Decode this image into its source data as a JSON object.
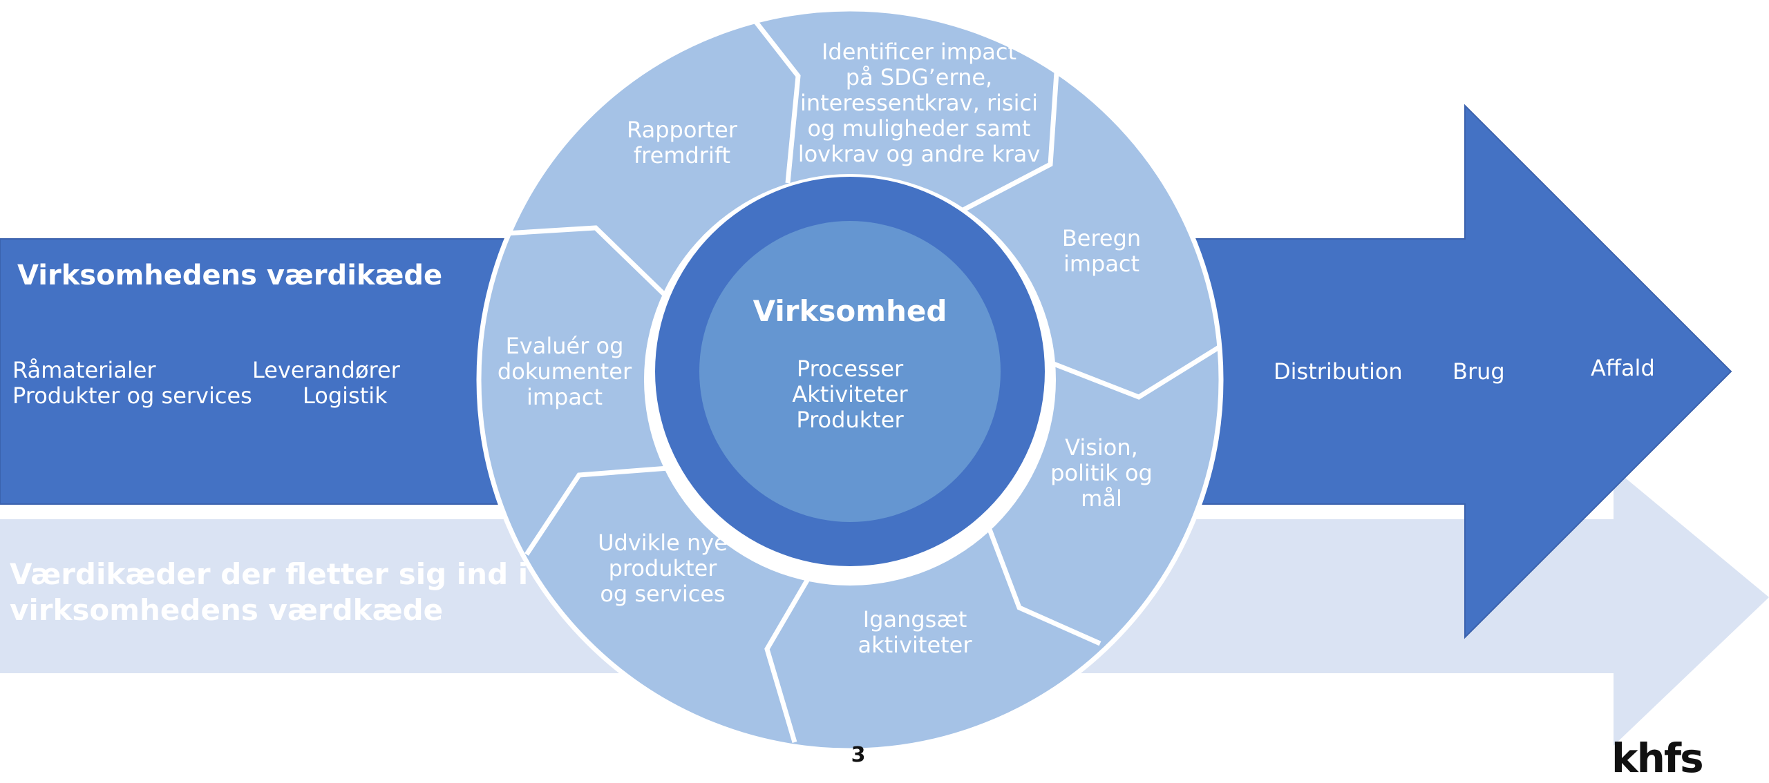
{
  "colors": {
    "main_arrow": "#4472c4",
    "light_arrow": "#dae3f3",
    "segment": "#a5c2e6",
    "center_ring": "#4472c4",
    "center_disc": "#6596d1",
    "separator": "#ffffff",
    "text_light": "#ffffff",
    "text_dark": "#111111"
  },
  "value_chain": {
    "title": "Virksomhedens værdikæde",
    "upstream": [
      "Råmaterialer",
      "Leverandører",
      "Produkter og services",
      "Logistik"
    ],
    "downstream": [
      "Distribution",
      "Brug",
      "Affald"
    ]
  },
  "secondary_chain": {
    "title_lines": [
      "Værdikæder der fletter sig ind i",
      "virksomhedens værdkæde"
    ]
  },
  "center": {
    "title": "Virksomhed",
    "items": [
      "Processer",
      "Aktiviteter",
      "Produkter"
    ]
  },
  "cycle_segments": [
    {
      "lines": [
        "Identificer impact",
        "på SDG’erne,",
        "interessentkrav, risici",
        "og muligheder samt",
        "lovkrav og andre krav"
      ]
    },
    {
      "lines": [
        "Beregn",
        "impact"
      ]
    },
    {
      "lines": [
        "Vision,",
        "politik og",
        "mål"
      ]
    },
    {
      "lines": [
        "Igangsæt",
        "aktiviteter"
      ]
    },
    {
      "lines": [
        "Udvikle nye",
        "produkter",
        "og services"
      ]
    },
    {
      "lines": [
        "Evaluér og",
        "dokumenter",
        "impact"
      ]
    },
    {
      "lines": [
        "Rapporter",
        "fremdrift"
      ]
    }
  ],
  "page_number": "3",
  "logo_text": "khfs"
}
